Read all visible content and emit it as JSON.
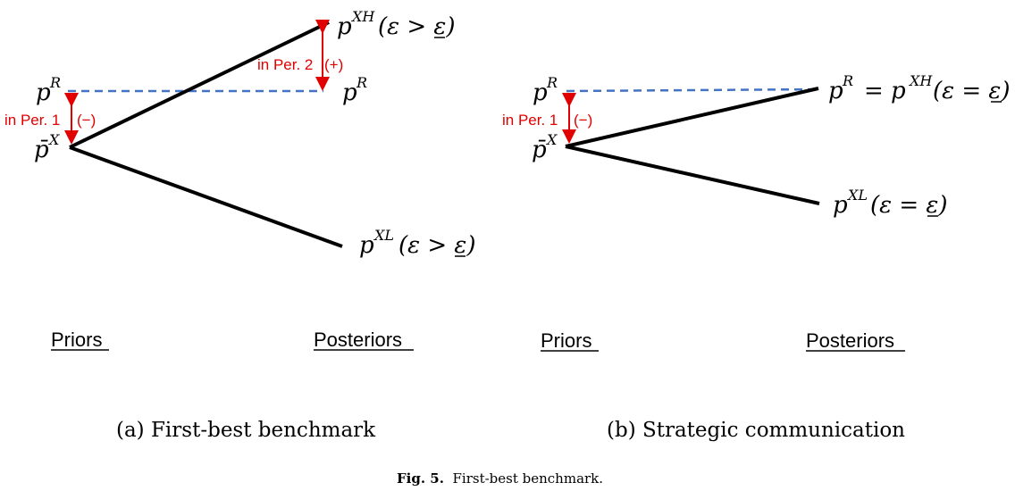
{
  "panel_a": {
    "label_pR_left": "p",
    "label_pR_left_sup": "R",
    "label_pbarX": "p̄",
    "label_pbarX_sup": "X",
    "label_pXH": "p",
    "label_pXH_sup": "XH",
    "label_pXH_cond": "(ε > ε)",
    "label_pR_right": "p",
    "label_pR_right_sup": "R",
    "label_pXL": "p",
    "label_pXL_sup": "XL",
    "label_pXL_cond": "(ε > ε)",
    "annot_per1": "in Per. 1",
    "annot_per1_sign": "(−)",
    "annot_per2": "in Per. 2",
    "annot_per2_sign": "(+)",
    "priors": "Priors",
    "posteriors": "Posteriors",
    "caption": "(a) First-best benchmark"
  },
  "panel_b": {
    "label_pR_left": "p",
    "label_pR_left_sup": "R",
    "label_pbarX": "p̄",
    "label_pbarX_sup": "X",
    "label_pR_right": "p",
    "label_pR_right_sup": "R",
    "label_eq_pXH": "= p",
    "label_eq_pXH_sup": "XH",
    "label_eq_pXH_cond": "(ε = ε)",
    "label_pXL": "p",
    "label_pXL_sup": "XL",
    "label_pXL_cond": "(ε = ε)",
    "annot_per1": "in Per. 1",
    "annot_per1_sign": "(−)",
    "priors": "Priors",
    "posteriors": "Posteriors",
    "caption": "(b) Strategic communication"
  },
  "figure": {
    "fig_label": "Fig. 5.",
    "fig_title": "First-best benchmark."
  },
  "colors": {
    "line": "#000000",
    "dashed": "#4472c4",
    "annotation": "#e00000"
  }
}
